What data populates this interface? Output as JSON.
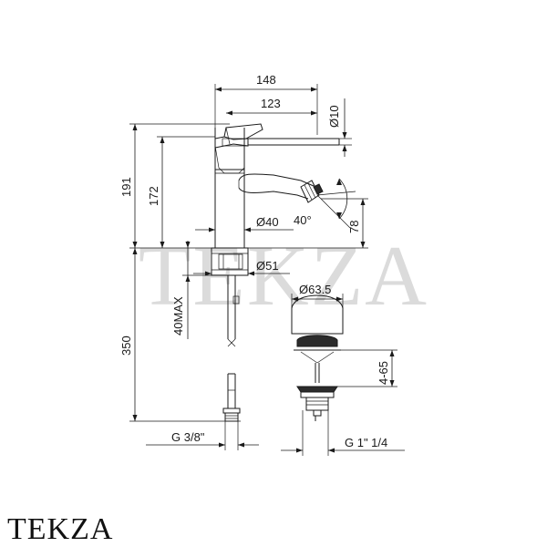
{
  "watermark": "TEKZA",
  "brand": "TEKZA",
  "dimensions": {
    "width_total": "148",
    "width_spout": "123",
    "diameter_nozzle": "Ø10",
    "height_total": "191",
    "height_spout": "172",
    "diameter_body": "Ø40",
    "angle": "40°",
    "drop_78": "78",
    "diameter_base": "Ø51",
    "max_thickness": "40MAX",
    "hose_length": "350",
    "diameter_waste": "Ø63.5",
    "waste_range": "4-65",
    "hose_thread": "G 3/8\"",
    "waste_thread": "G 1\" 1/4"
  }
}
